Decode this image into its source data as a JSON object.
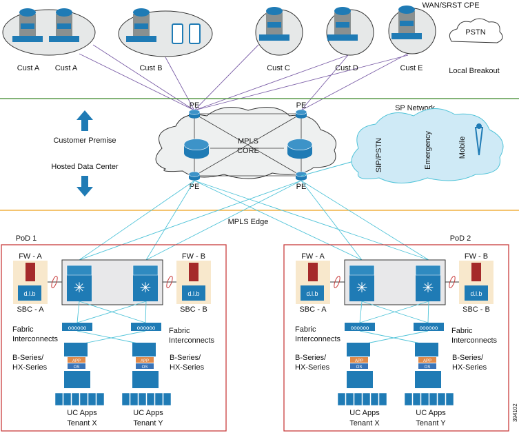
{
  "customers": [
    {
      "labels": [
        "Cust A",
        "Cust A"
      ]
    },
    {
      "labels": [
        "Cust B"
      ]
    },
    {
      "labels": [
        "Cust C"
      ]
    },
    {
      "labels": [
        "Cust D"
      ]
    },
    {
      "labels": [
        "Cust E"
      ]
    }
  ],
  "wan_label": "WAN/SRST CPE",
  "pstn_label": "PSTN",
  "local_breakout": "Local Breakout",
  "pe_label": "PE",
  "mpls_core": [
    "MPLS",
    "CORE"
  ],
  "sp_network": {
    "title": "SP Network",
    "items": [
      "SIP/PSTN",
      "Emergency",
      "Mobile"
    ]
  },
  "customer_premise": "Customer Premise",
  "hosted_dc": "Hosted Data Center",
  "mpls_edge": "MPLS Edge",
  "pods": [
    {
      "title": "PoD 1",
      "fw_a": "FW - A",
      "fw_b": "FW - B",
      "sbc_a": "SBC - A",
      "sbc_b": "SBC - B",
      "fabric": [
        "Fabric",
        "Interconnects"
      ],
      "series": [
        "B-Series/",
        "HX-Series"
      ],
      "tenants": [
        [
          "UC Apps",
          "Tenant X"
        ],
        [
          "UC Apps",
          "Tenant Y"
        ]
      ],
      "app": "APP",
      "os": "OS",
      "sbc_glyph": "d.l.b"
    },
    {
      "title": "PoD 2",
      "fw_a": "FW - A",
      "fw_b": "FW - B",
      "sbc_a": "SBC - A",
      "sbc_b": "SBC - B",
      "fabric": [
        "Fabric",
        "Interconnects"
      ],
      "series": [
        "B-Series/",
        "HX-Series"
      ],
      "tenants": [
        [
          "UC Apps",
          "Tenant X"
        ],
        [
          "UC Apps",
          "Tenant Y"
        ]
      ],
      "app": "APP",
      "os": "OS",
      "sbc_glyph": "d.l.b"
    }
  ],
  "figure_id": "394102",
  "colors": {
    "cisco_blue": "#1f7bb5",
    "link_cyan": "#4fc3d8",
    "wan_purple": "#7b5ea7",
    "premise_line": "#5a9a4a",
    "edge_line": "#f0b040",
    "pod_border": "#c83c3c",
    "firewall": "#a52a2a",
    "beige": "#f8e8cc"
  }
}
